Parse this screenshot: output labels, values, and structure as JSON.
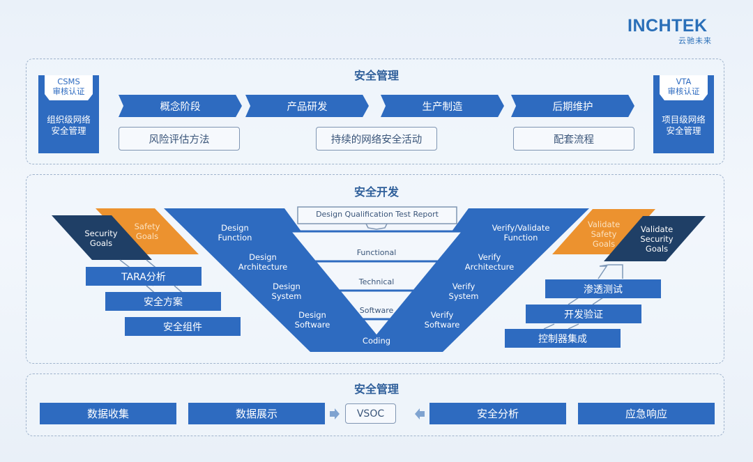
{
  "logo": {
    "name": "INCHTEK",
    "subtitle": "云驰未来"
  },
  "colors": {
    "primary_blue": "#2e6bc0",
    "dark_navy": "#1f3f66",
    "orange": "#ec922f",
    "title_blue": "#2f5f9a"
  },
  "top_panel": {
    "title": "安全管理",
    "left_cert": {
      "tab": [
        "CSMS",
        "审核认证"
      ],
      "body": [
        "组织级网络",
        "安全管理"
      ]
    },
    "right_cert": {
      "tab": [
        "VTA",
        "审核认证"
      ],
      "body": [
        "项目级网络",
        "安全管理"
      ]
    },
    "phases": [
      "概念阶段",
      "产品研发",
      "生产制造",
      "后期维护"
    ],
    "boxes": [
      "风险评估方法",
      "持续的网络安全活动",
      "配套流程"
    ]
  },
  "middle_panel": {
    "title": "安全开发",
    "left_goals": {
      "security": [
        "Security",
        "Goals"
      ],
      "safety": [
        "Safety",
        "Goals"
      ]
    },
    "left_steps": [
      "TARA分析",
      "安全方案",
      "安全组件"
    ],
    "v_left": [
      [
        "Design",
        "Function"
      ],
      [
        "Design",
        "Architecture"
      ],
      [
        "Design",
        "System"
      ],
      [
        "Design",
        "Software"
      ]
    ],
    "v_right": [
      [
        "Verify/Validate",
        "Function"
      ],
      [
        "Verify",
        "Architecture"
      ],
      [
        "Verify",
        "System"
      ],
      [
        "Verify",
        "Software"
      ]
    ],
    "v_bottom": "Coding",
    "report": "Design Qualification Test Report",
    "levels": [
      "Functional",
      "Technical",
      "Software"
    ],
    "right_goals": {
      "safety": [
        "Validate",
        "Safety",
        "Goals"
      ],
      "security": [
        "Validate",
        "Security",
        "Goals"
      ]
    },
    "right_steps": [
      "渗透测试",
      "开发验证",
      "控制器集成"
    ]
  },
  "bottom_panel": {
    "title": "安全管理",
    "left_items": [
      "数据收集",
      "数据展示"
    ],
    "center": "VSOC",
    "right_items": [
      "安全分析",
      "应急响应"
    ]
  }
}
